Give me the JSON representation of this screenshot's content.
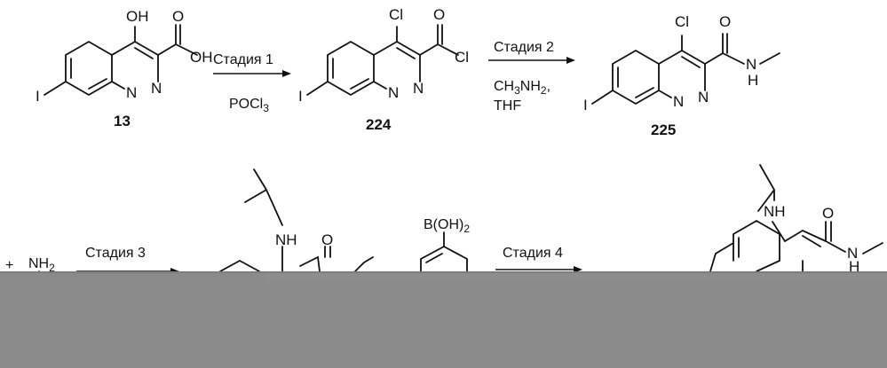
{
  "scheme": {
    "compound_13": {
      "number": "13",
      "labels": {
        "OH": "OH",
        "O": "O",
        "COOH_OH": "OH",
        "I": "I",
        "N1": "N",
        "N2": "N"
      }
    },
    "step1": {
      "label": "Стадия 1",
      "reagent": "POCl",
      "reagent_sub": "3"
    },
    "compound_224": {
      "number": "224",
      "labels": {
        "Cl": "Cl",
        "O": "O",
        "COCl": "Cl",
        "I": "I",
        "N1": "N",
        "N2": "N"
      }
    },
    "step2": {
      "label": "Стадия 2",
      "reagent1_pre": "CH",
      "reagent1_sub1": "3",
      "reagent1_mid": "NH",
      "reagent1_sub2": "2",
      "reagent1_post": ",",
      "reagent2": "THF"
    },
    "compound_225": {
      "number": "225",
      "labels": {
        "Cl": "Cl",
        "O": "O",
        "N": "N",
        "H": "H",
        "I": "I",
        "N1": "N",
        "N2": "N"
      }
    },
    "row2": {
      "plus": "+",
      "amine": {
        "text": "NH",
        "sub": "2"
      },
      "step3": {
        "label": "Стадия 3"
      },
      "intermediate": {
        "NH": "NH",
        "O": "O"
      },
      "boronic_acid": {
        "text": "B(OH)",
        "sub": "2"
      },
      "step4": {
        "label": "Стадия 4"
      },
      "product": {
        "NH": "NH",
        "O": "O",
        "N": "N",
        "H": "H"
      }
    }
  },
  "colors": {
    "ink": "#111111",
    "overlay": "#8a8a8a",
    "overlay_edge": "#7d7d7d"
  }
}
